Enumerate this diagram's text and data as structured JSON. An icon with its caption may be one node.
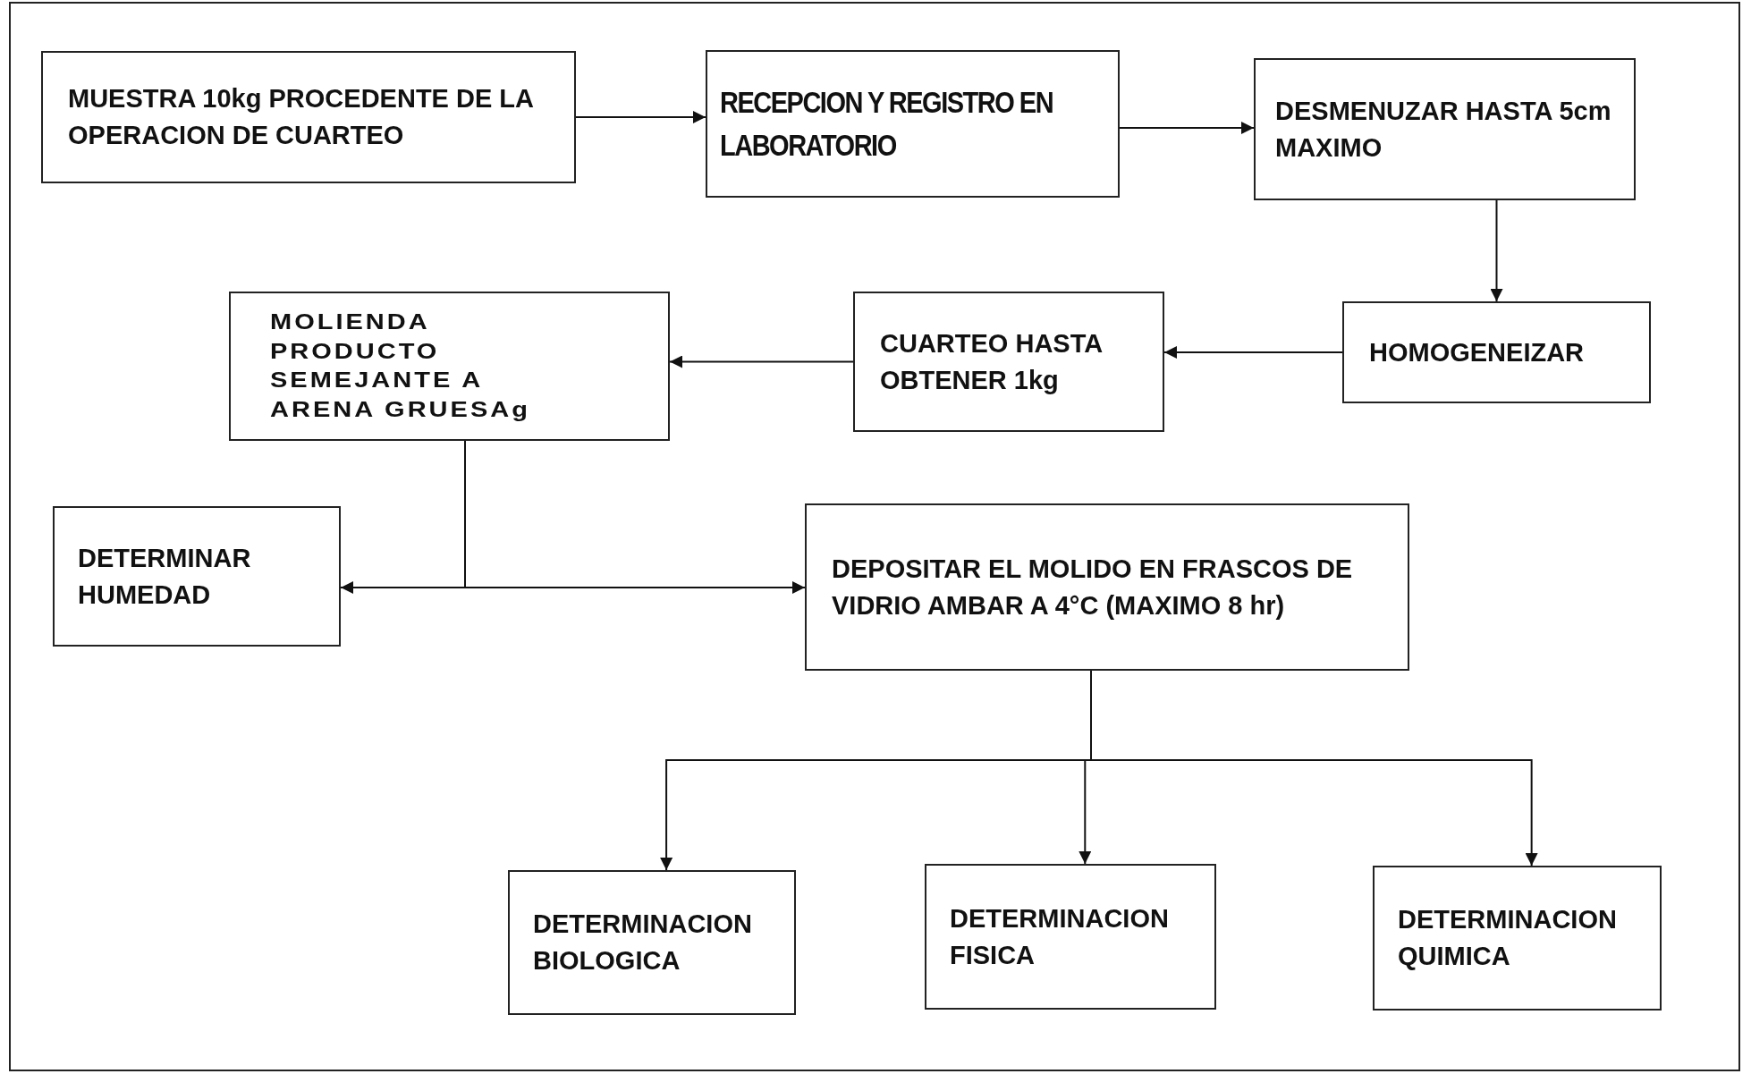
{
  "diagram": {
    "nodes": [
      {
        "text": [
          "MUESTRA 10kg PROCEDENTE DE LA OPERACION DE CUARTEO"
        ]
      },
      {
        "text": [
          "RECEPCION Y REGISTRO EN LABORATORIO"
        ]
      },
      {
        "text": [
          "DESMENUZAR HASTA 5cm MAXIMO"
        ]
      },
      {
        "text": [
          "HOMOGENEIZAR"
        ]
      },
      {
        "text": [
          "CUARTEO HASTA OBTENER 1kg"
        ]
      },
      {
        "text": [
          "MOLIENDA PRODUCTO SEMEJANTE A ARENA GRUESAg"
        ]
      },
      {
        "text": [
          "DETERMINAR HUMEDAD"
        ]
      },
      {
        "text": [
          "DEPOSITAR EL MOLIDO EN FRASCOS DE VIDRIO AMBAR A 4°C (MAXIMO 8 hr)"
        ]
      },
      {
        "text": [
          "DETERMINACION BIOLOGICA"
        ]
      },
      {
        "text": [
          "DETERMINACION FISICA"
        ]
      },
      {
        "text": [
          "DETERMINACION QUIMICA"
        ]
      }
    ],
    "edges": [
      {
        "from": 0,
        "to": 1,
        "arrow": "to"
      },
      {
        "from": 1,
        "to": 2,
        "arrow": "to"
      },
      {
        "from": 2,
        "to": 3,
        "arrow": "to"
      },
      {
        "from": 3,
        "to": 4,
        "arrow": "to"
      },
      {
        "from": 4,
        "to": 5,
        "arrow": "to"
      },
      {
        "from": 5,
        "to": 6,
        "arrow": "to"
      },
      {
        "from": 5,
        "to": 7,
        "arrow": "to"
      },
      {
        "from": 7,
        "to": 8,
        "arrow": "to"
      },
      {
        "from": 7,
        "to": 9,
        "arrow": "to"
      },
      {
        "from": 7,
        "to": 10,
        "arrow": "to"
      }
    ]
  }
}
